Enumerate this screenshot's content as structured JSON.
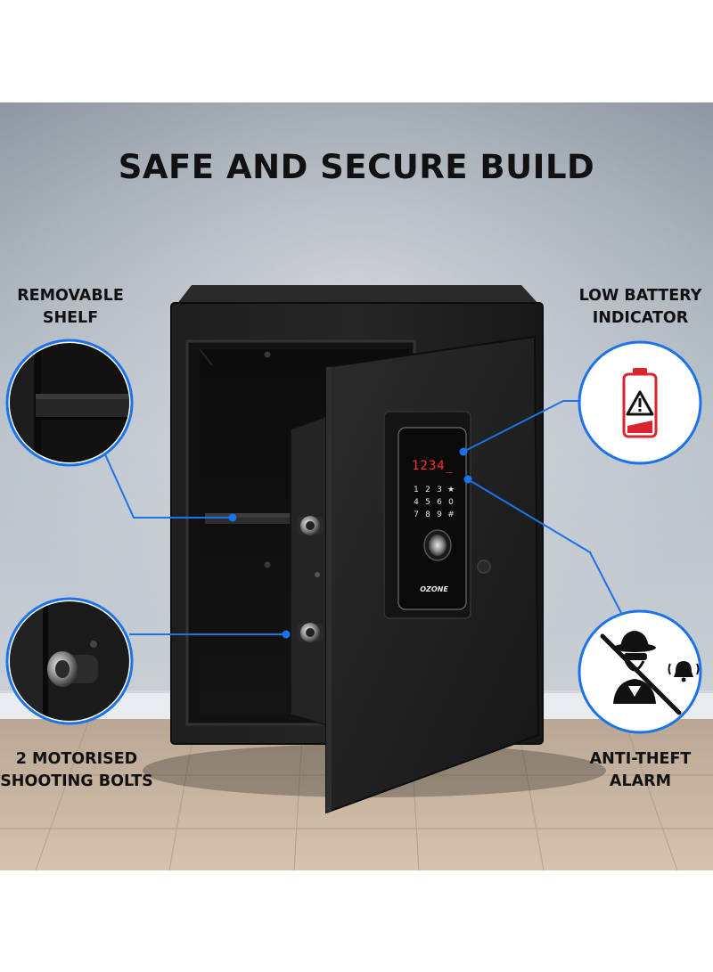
{
  "headline": "SAFE AND SECURE BUILD",
  "features": {
    "removable_shelf": {
      "line1": "REMOVABLE",
      "line2": "SHELF"
    },
    "shooting_bolts": {
      "line1": "2 MOTORISED",
      "line2": "SHOOTING BOLTS"
    },
    "low_battery": {
      "line1": "LOW BATTERY",
      "line2": "INDICATOR"
    },
    "anti_theft": {
      "line1": "ANTI-THEFT",
      "line2": "ALARM"
    }
  },
  "keypad": {
    "display": "1234_",
    "keys": [
      "1",
      "2",
      "3",
      "★",
      "4",
      "5",
      "6",
      "0",
      "7",
      "8",
      "9",
      "#"
    ],
    "brand": "OZONE"
  },
  "colors": {
    "accent_blue": "#1a73e8",
    "safe_black": "#1b1b1b",
    "display_red": "#ff2d2d",
    "wall_grey": "#b8c0c8",
    "floor_wood": "#c9b39c",
    "warning_red": "#d9232e"
  },
  "icons": [
    "low-battery-warning-icon",
    "anti-theft-alarm-icon",
    "fingerprint-sensor-icon",
    "locking-bolt-icon"
  ]
}
